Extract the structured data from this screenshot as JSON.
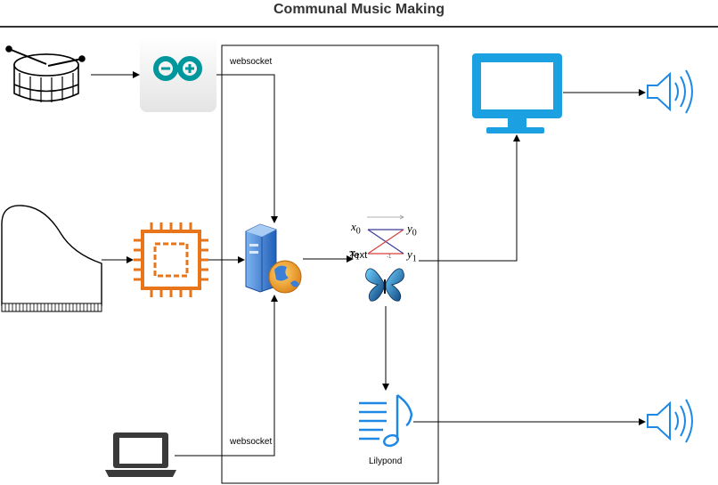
{
  "title": "Communal Music Making",
  "labels": {
    "websocket_top": "websocket",
    "websocket_bottom": "websocket",
    "lilypond": "Lilypond",
    "fft_x0": "x",
    "fft_x1": "x",
    "fft_y0": "y",
    "fft_y1": "y",
    "sub0": "0",
    "sub1": "1",
    "text_overlay": "Text",
    "small_mark": "-1"
  },
  "colors": {
    "arduino": "#00979C",
    "chip": "#E8751A",
    "monitor": "#1BA1E2",
    "speaker": "#1E88E5",
    "server": "#2F6FD1",
    "title_rule": "#333333"
  },
  "icons": [
    "drum-icon",
    "arduino-icon",
    "piano-icon",
    "chip-icon",
    "server-globe-icon",
    "fft-icon",
    "butterfly-icon",
    "music-note-icon",
    "laptop-icon",
    "monitor-icon",
    "speaker-icon"
  ]
}
